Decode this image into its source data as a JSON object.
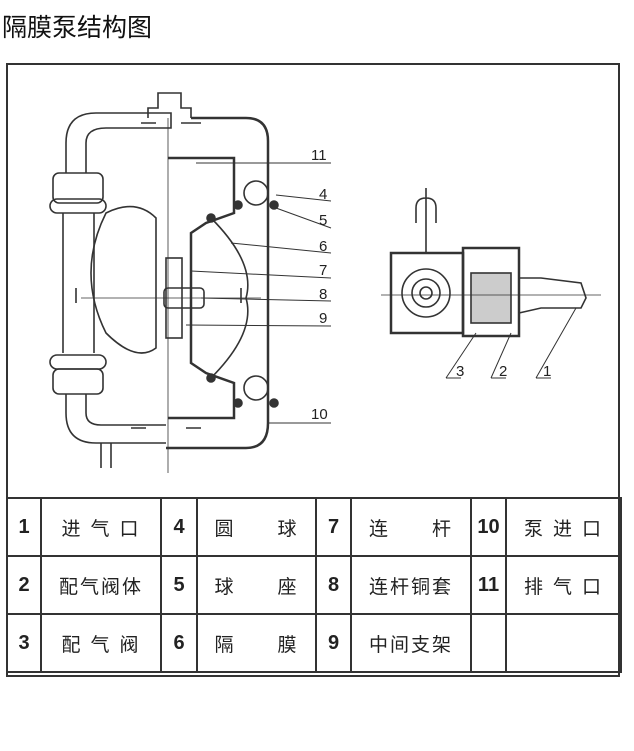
{
  "title": "隔膜泵结构图",
  "callouts": {
    "pump": [
      "11",
      "4",
      "5",
      "6",
      "7",
      "8",
      "9",
      "10"
    ],
    "valve": [
      "3",
      "2",
      "1"
    ]
  },
  "parts": [
    [
      {
        "num": "1",
        "name": "进 气 口"
      },
      {
        "num": "4",
        "name": "圆　　球"
      },
      {
        "num": "7",
        "name": "连　　杆"
      },
      {
        "num": "10",
        "name": "泵 进 口"
      }
    ],
    [
      {
        "num": "2",
        "name": "配气阀体"
      },
      {
        "num": "5",
        "name": "球　　座"
      },
      {
        "num": "8",
        "name": "连杆铜套"
      },
      {
        "num": "11",
        "name": "排 气 口"
      }
    ],
    [
      {
        "num": "3",
        "name": "配 气 阀"
      },
      {
        "num": "6",
        "name": "隔　　膜"
      },
      {
        "num": "9",
        "name": "中间支架"
      },
      {
        "num": "",
        "name": ""
      }
    ]
  ]
}
